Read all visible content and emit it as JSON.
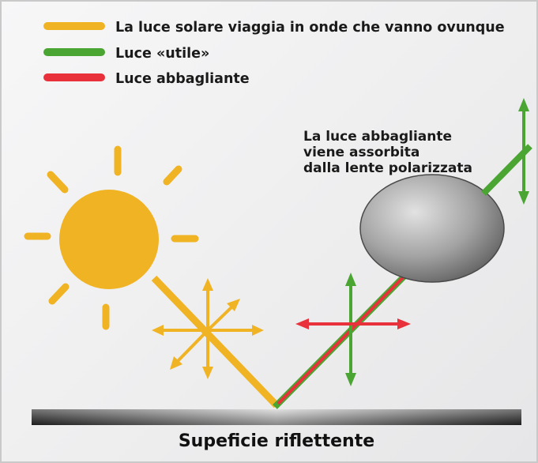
{
  "legend": {
    "items": [
      {
        "label": "La luce solare viaggia in onde che vanno ovunque",
        "color": "#f0b323",
        "color2": "#f0b323"
      },
      {
        "label": "Luce «utile»",
        "color": "#4aa532",
        "color2": "#4aa532"
      },
      {
        "label": "Luce abbagliante",
        "color": "#e8313a",
        "color2": "#e8313a"
      }
    ]
  },
  "lens_caption": {
    "lines": [
      "La luce abbagliante",
      "viene assorbita",
      "dalla lente polarizzata"
    ]
  },
  "surface": {
    "label": "Supeficie riflettente"
  },
  "colors": {
    "sun": "#f0b323",
    "useful": "#4aa532",
    "glare": "#e8313a",
    "lens_light": "#d8d8d8",
    "lens_dark": "#6c6c6c",
    "surface_dark": "#3a3a3a",
    "surface_light": "#c8c8c8"
  }
}
